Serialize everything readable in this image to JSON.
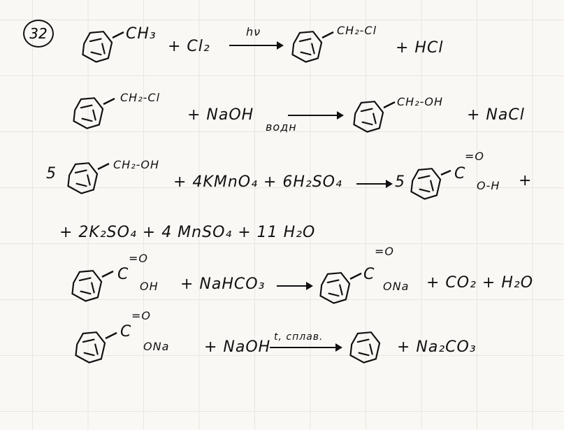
{
  "problem_number": "32",
  "eq1": {
    "ring_sub": "CH₃",
    "plus_cl2": "+ Cl₂",
    "condition": "hν",
    "product_sub": "CH₂-Cl",
    "plus_hcl": "+ HCl"
  },
  "eq2": {
    "ring_sub": "CH₂-Cl",
    "plus_naoh": "+ NaOH",
    "condition": "водн",
    "product_sub": "CH₂-OH",
    "plus_nacl": "+ NaCl"
  },
  "eq3": {
    "coef": "5",
    "ring_sub": "CH₂-OH",
    "reagents": "+ 4KMnO₄ + 6H₂SO₄",
    "coef2": "5",
    "c": "C",
    "o_double": "=O",
    "oh": "O-H",
    "plus": "+"
  },
  "eq4": {
    "products": "+ 2K₂SO₄ + 4 MnSO₄ + 11 H₂O"
  },
  "eq5": {
    "c": "C",
    "o_double": "=O",
    "oh": "OH",
    "plus_nahco3": "+ NaHCO₃",
    "c2": "C",
    "o_double2": "=O",
    "ona": "ONa",
    "products": "+ CO₂ + H₂O"
  },
  "eq6": {
    "c": "C",
    "o_double": "=O",
    "ona": "ONa",
    "plus_naoh": "+ NaOH",
    "condition": "t, сплав.",
    "products": "+ Na₂CO₃"
  }
}
